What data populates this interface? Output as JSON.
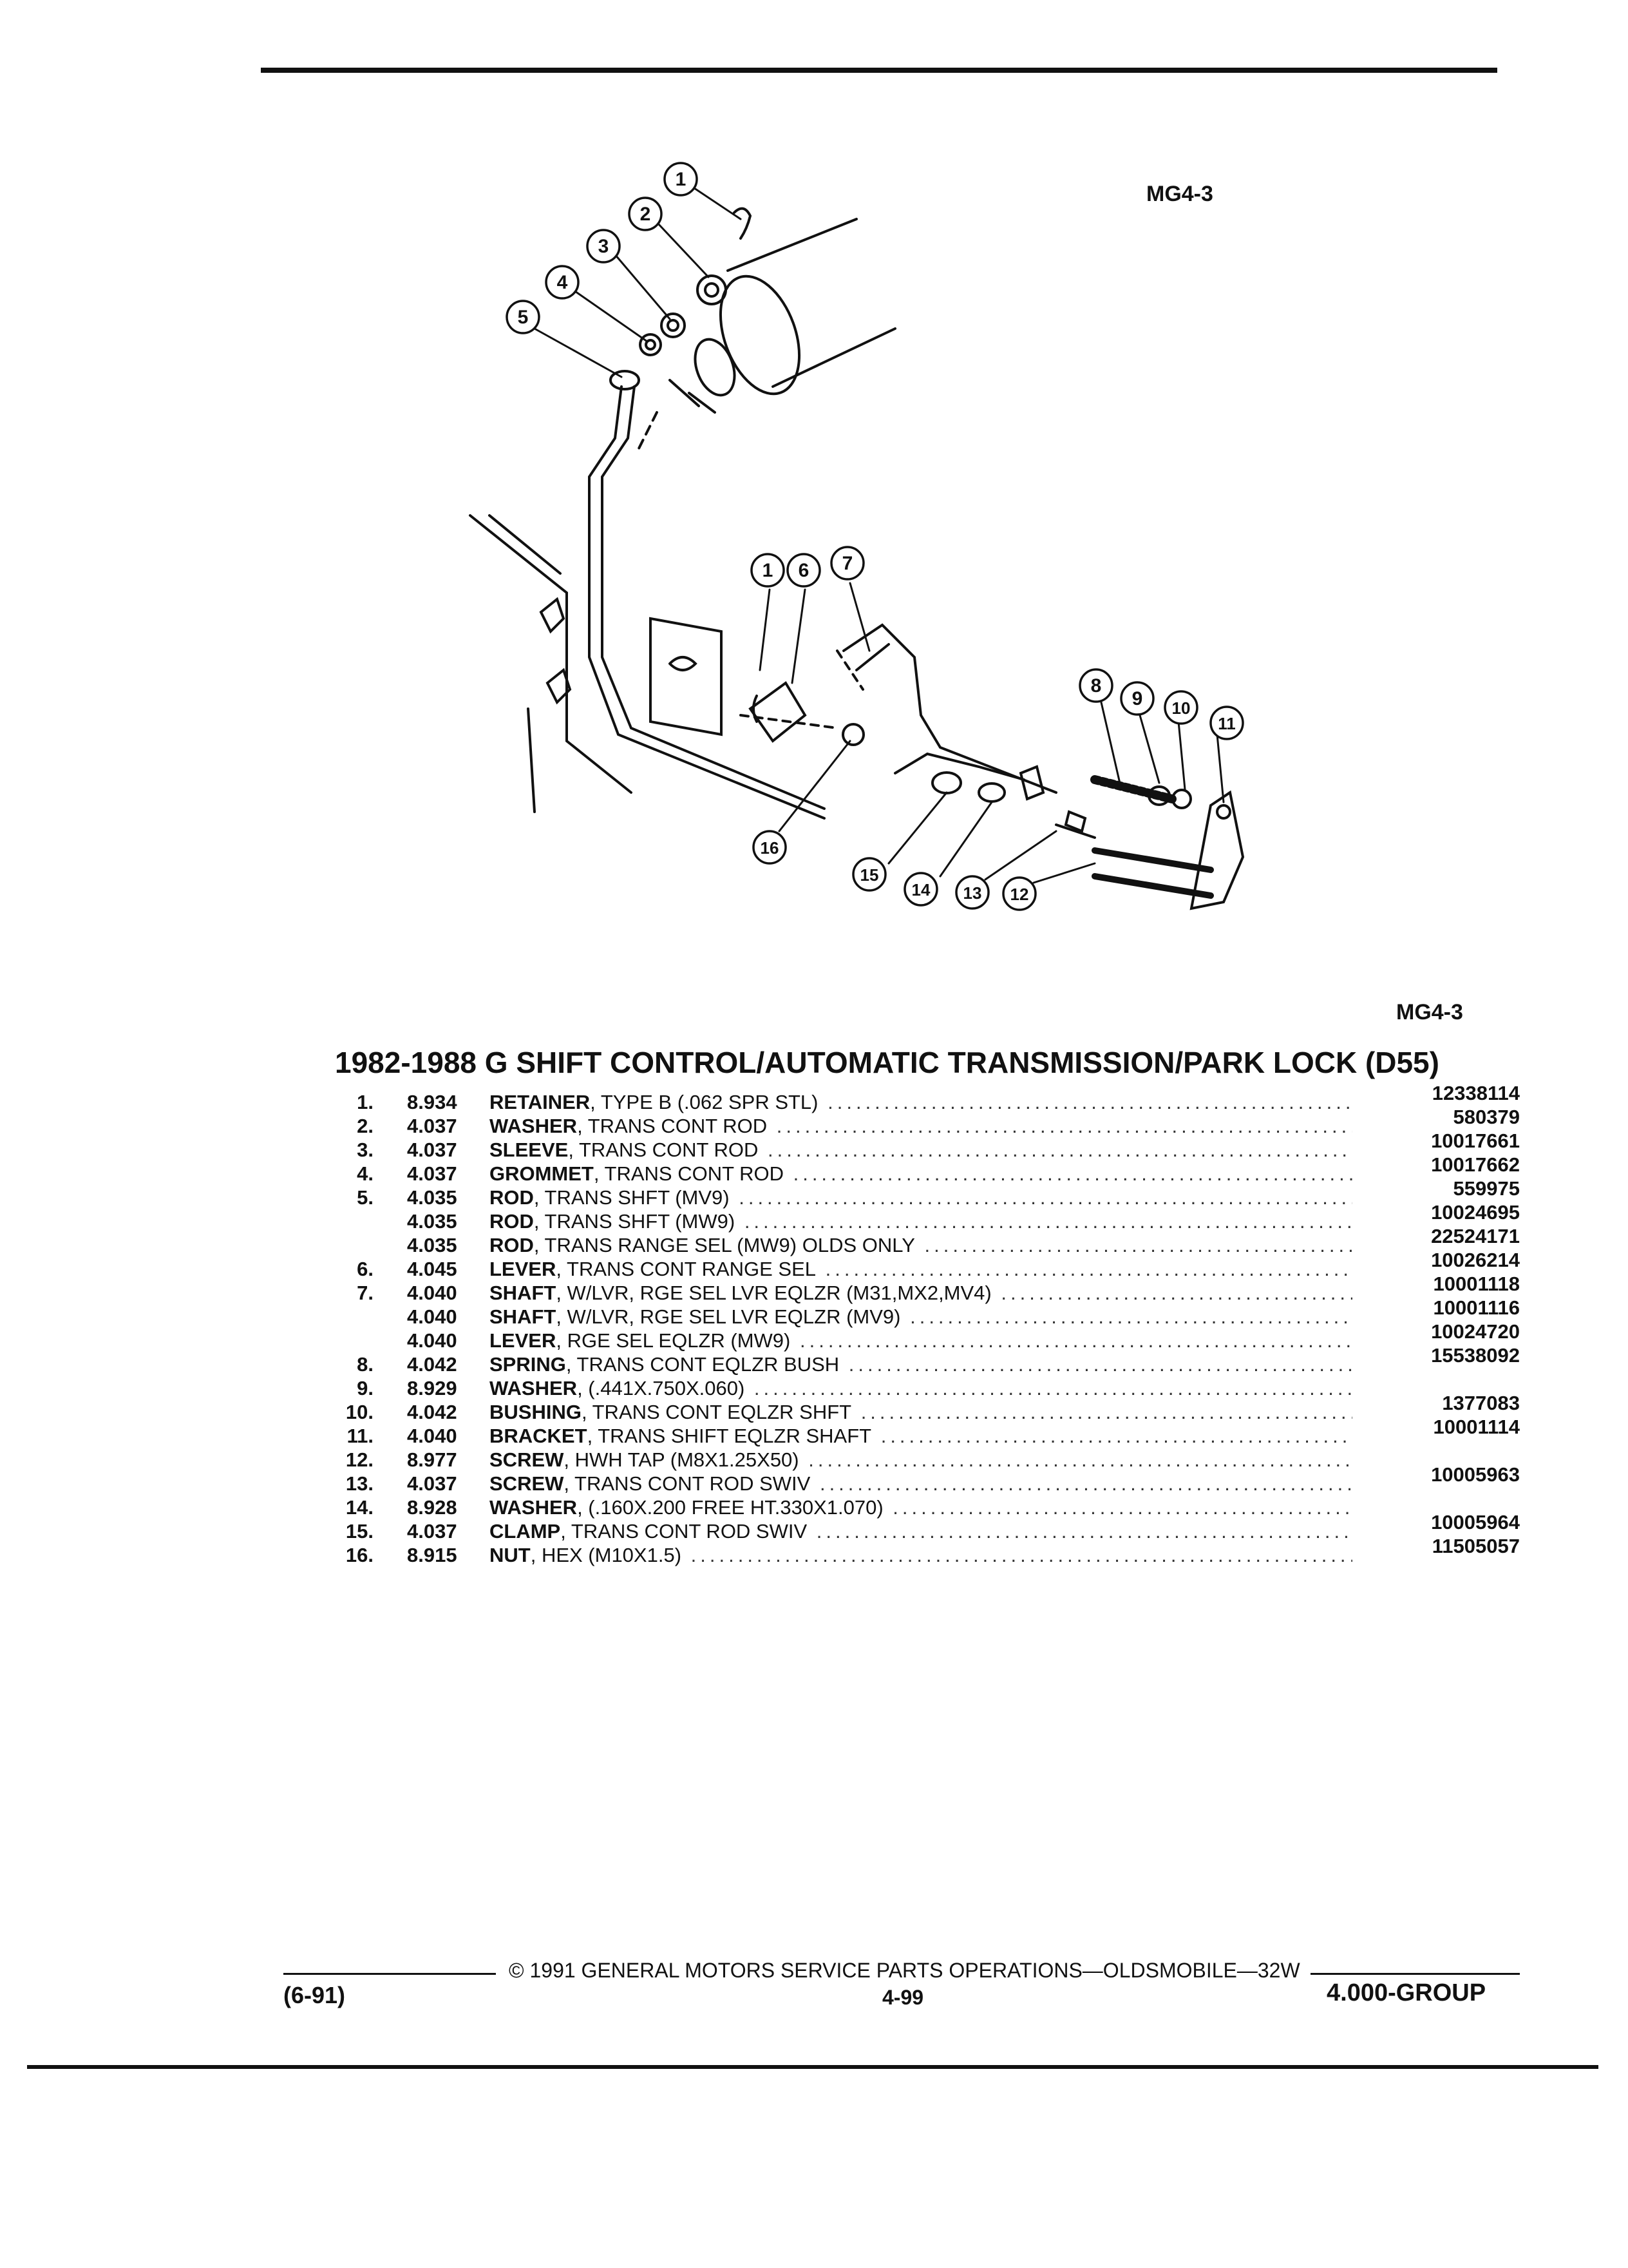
{
  "figure": {
    "code_top": "MG4-3",
    "code_bottom": "MG4-3",
    "callouts": [
      "1",
      "2",
      "3",
      "4",
      "5",
      "1",
      "6",
      "7",
      "8",
      "9",
      "10",
      "11",
      "16",
      "15",
      "14",
      "13",
      "12"
    ]
  },
  "title": "1982-1988 G SHIFT CONTROL/AUTOMATIC TRANSMISSION/PARK LOCK (D55)",
  "parts": [
    {
      "num": "1.",
      "group": "8.934",
      "name": "RETAINER",
      "detail": ", TYPE B (.062 SPR STL)",
      "pn": "12338114"
    },
    {
      "num": "2.",
      "group": "4.037",
      "name": "WASHER",
      "detail": ", TRANS CONT ROD",
      "pn": "580379"
    },
    {
      "num": "3.",
      "group": "4.037",
      "name": "SLEEVE",
      "detail": ", TRANS CONT ROD",
      "pn": "10017661"
    },
    {
      "num": "4.",
      "group": "4.037",
      "name": "GROMMET",
      "detail": ", TRANS CONT ROD",
      "pn": "10017662"
    },
    {
      "num": "5.",
      "group": "4.035",
      "name": "ROD",
      "detail": ", TRANS SHFT (MV9)",
      "pn": "559975"
    },
    {
      "num": "",
      "group": "4.035",
      "name": "ROD",
      "detail": ", TRANS SHFT (MW9)",
      "pn": "10024695"
    },
    {
      "num": "",
      "group": "4.035",
      "name": "ROD",
      "detail": ", TRANS RANGE SEL (MW9) OLDS ONLY",
      "pn": "22524171"
    },
    {
      "num": "6.",
      "group": "4.045",
      "name": "LEVER",
      "detail": ", TRANS CONT RANGE SEL",
      "pn": "10026214"
    },
    {
      "num": "7.",
      "group": "4.040",
      "name": "SHAFT",
      "detail": ", W/LVR, RGE SEL LVR EQLZR (M31,MX2,MV4)",
      "pn": "10001118"
    },
    {
      "num": "",
      "group": "4.040",
      "name": "SHAFT",
      "detail": ", W/LVR, RGE SEL LVR EQLZR (MV9)",
      "pn": "10001116"
    },
    {
      "num": "",
      "group": "4.040",
      "name": "LEVER",
      "detail": ", RGE SEL EQLZR (MW9)",
      "pn": "10024720"
    },
    {
      "num": "8.",
      "group": "4.042",
      "name": "SPRING",
      "detail": ", TRANS CONT EQLZR BUSH",
      "pn": "15538092"
    },
    {
      "num": "9.",
      "group": "8.929",
      "name": "WASHER",
      "detail": ", (.441X.750X.060)",
      "pn": ""
    },
    {
      "num": "10.",
      "group": "4.042",
      "name": "BUSHING",
      "detail": ", TRANS CONT EQLZR SHFT",
      "pn": "1377083"
    },
    {
      "num": "11.",
      "group": "4.040",
      "name": "BRACKET",
      "detail": ", TRANS SHIFT EQLZR SHAFT",
      "pn": "10001114"
    },
    {
      "num": "12.",
      "group": "8.977",
      "name": "SCREW",
      "detail": ", HWH TAP (M8X1.25X50)",
      "pn": ""
    },
    {
      "num": "13.",
      "group": "4.037",
      "name": "SCREW",
      "detail": ", TRANS CONT ROD SWIV",
      "pn": "10005963"
    },
    {
      "num": "14.",
      "group": "8.928",
      "name": "WASHER",
      "detail": ", (.160X.200 FREE HT.330X1.070)",
      "pn": ""
    },
    {
      "num": "15.",
      "group": "4.037",
      "name": "CLAMP",
      "detail": ", TRANS CONT ROD SWIV",
      "pn": "10005964"
    },
    {
      "num": "16.",
      "group": "8.915",
      "name": "NUT",
      "detail": ", HEX (M10X1.5)",
      "pn": "11505057"
    }
  ],
  "footer": {
    "copyright": "© 1991 GENERAL MOTORS SERVICE PARTS OPERATIONS—OLDSMOBILE—32W",
    "date": "(6-91)",
    "page": "4-99",
    "group": "4.000-GROUP"
  }
}
